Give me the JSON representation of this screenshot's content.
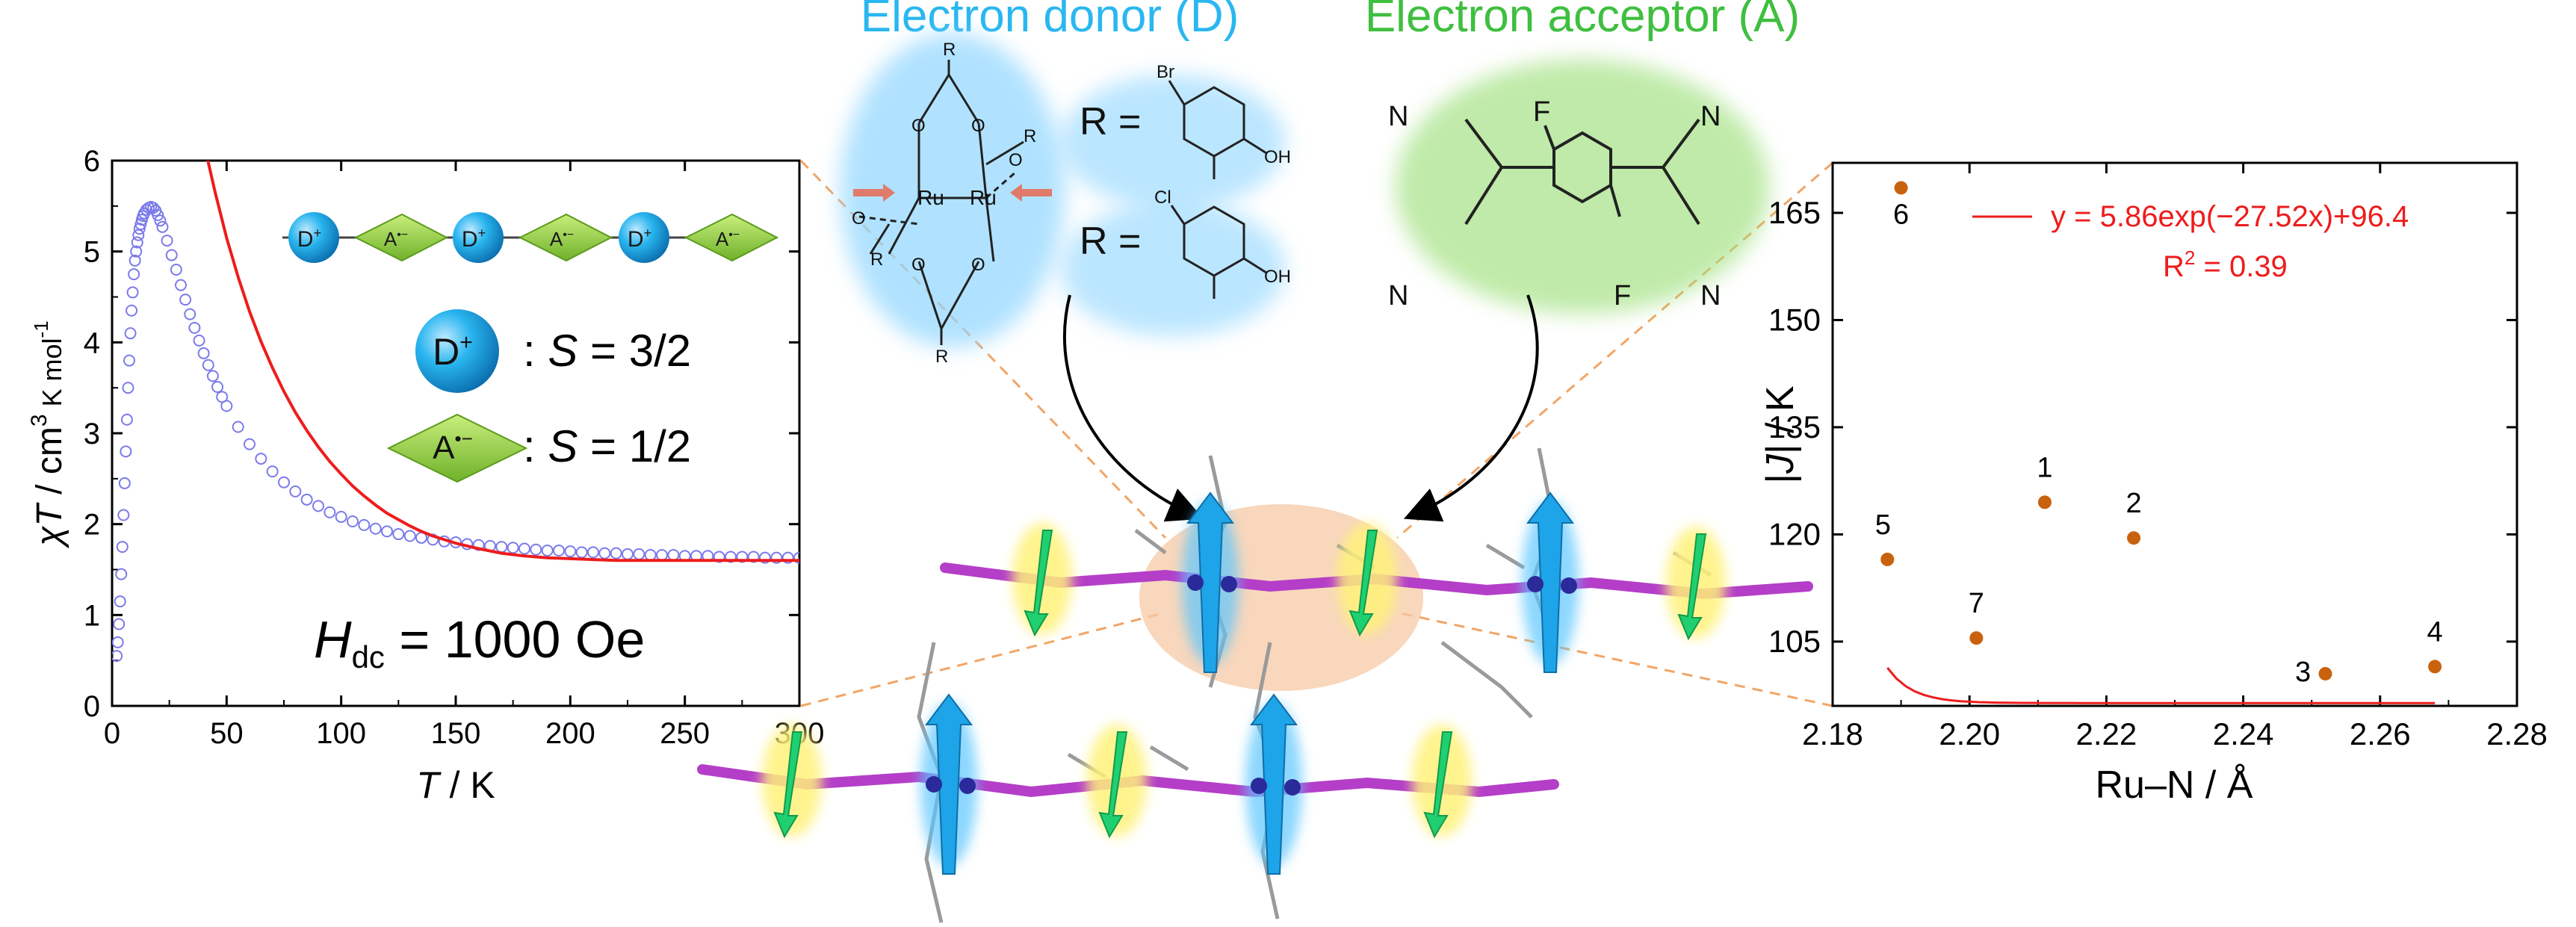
{
  "colors": {
    "donor_text": "#29b7f0",
    "acceptor_text": "#3fbf3f",
    "fit_line": "#ee1c1c",
    "chi_points": "#7b7bea",
    "ru_points": "#c8620f",
    "donor_sphere": "#1ba6e3",
    "acceptor_diamond": "#8fce3b",
    "dashed_guides": "#f2a566",
    "magenta_chain": "#b43ec8",
    "spin_arrow_acceptor": "#20d070",
    "spin_arrow_donor": "#1ea4e8"
  },
  "middle": {
    "donor_title": "Electron donor (D)",
    "acceptor_title": "Electron acceptor (A)",
    "r_label_1": "R =",
    "r_label_2": "R =",
    "sub_br": "Br",
    "sub_cl": "Cl",
    "sub_oh1": "OH",
    "sub_oh2": "OH",
    "atom_ru1": "Ru",
    "atom_ru2": "Ru",
    "atom_o": "O",
    "atom_r": "R",
    "atom_n": "N",
    "atom_f": "F"
  },
  "legend": {
    "donor_symbol": "D",
    "donor_charge": "+",
    "acceptor_symbol": "A",
    "acceptor_charge": "•−",
    "donor_spin_prefix": ": ",
    "donor_spin_var": "S",
    "donor_spin_value": " = 3/2",
    "acceptor_spin_prefix": ": ",
    "acceptor_spin_var": "S",
    "acceptor_spin_value": " = 1/2",
    "field_var": "H",
    "field_sub": "dc",
    "field_value": " = 1000 Oe"
  },
  "chart_data": [
    {
      "type": "scatter",
      "xlabel_var": "T",
      "xlabel_unit": " / K",
      "ylabel_var": "χT",
      "ylabel_unit": " / cm",
      "ylabel_sup": "3",
      "ylabel_tail": " K mol",
      "ylabel_tail_sup": "-1",
      "xlim": [
        0,
        300
      ],
      "ylim": [
        0,
        6
      ],
      "xticks": [
        "0",
        "50",
        "100",
        "150",
        "200",
        "250",
        "300"
      ],
      "yticks": [
        "0",
        "1",
        "2",
        "3",
        "4",
        "5",
        "6"
      ],
      "series": [
        {
          "style": "open-circles",
          "x": [
            2,
            2.5,
            3,
            3.5,
            4,
            4.5,
            5,
            5.5,
            6,
            6.5,
            7,
            7.5,
            8,
            8.5,
            9,
            9.5,
            10,
            10.5,
            11,
            11.5,
            12,
            12.5,
            13,
            13.5,
            14,
            15,
            16,
            17,
            18,
            19,
            20,
            21,
            22,
            24,
            26,
            28,
            30,
            32,
            34,
            36,
            38,
            40,
            42,
            44,
            46,
            48,
            50,
            55,
            60,
            65,
            70,
            75,
            80,
            85,
            90,
            95,
            100,
            105,
            110,
            115,
            120,
            125,
            130,
            135,
            140,
            145,
            150,
            155,
            160,
            165,
            170,
            175,
            180,
            185,
            190,
            195,
            200,
            205,
            210,
            215,
            220,
            225,
            230,
            235,
            240,
            245,
            250,
            255,
            260,
            265,
            270,
            275,
            280,
            285,
            290,
            295,
            300
          ],
          "y": [
            0.55,
            0.7,
            0.9,
            1.15,
            1.45,
            1.75,
            2.1,
            2.45,
            2.8,
            3.15,
            3.5,
            3.8,
            4.1,
            4.35,
            4.55,
            4.75,
            4.9,
            5.0,
            5.1,
            5.18,
            5.25,
            5.3,
            5.35,
            5.39,
            5.42,
            5.46,
            5.48,
            5.49,
            5.48,
            5.45,
            5.4,
            5.34,
            5.27,
            5.12,
            4.96,
            4.8,
            4.63,
            4.47,
            4.31,
            4.16,
            4.02,
            3.88,
            3.75,
            3.63,
            3.51,
            3.4,
            3.3,
            3.07,
            2.88,
            2.72,
            2.58,
            2.46,
            2.36,
            2.27,
            2.2,
            2.13,
            2.08,
            2.03,
            1.99,
            1.95,
            1.92,
            1.89,
            1.87,
            1.85,
            1.83,
            1.81,
            1.8,
            1.78,
            1.77,
            1.76,
            1.75,
            1.74,
            1.73,
            1.72,
            1.71,
            1.71,
            1.7,
            1.69,
            1.69,
            1.68,
            1.68,
            1.67,
            1.67,
            1.66,
            1.66,
            1.66,
            1.65,
            1.65,
            1.65,
            1.64,
            1.64,
            1.64,
            1.64,
            1.63,
            1.63,
            1.63,
            1.63
          ]
        },
        {
          "style": "line",
          "x": [
            40,
            45,
            50,
            55,
            60,
            65,
            70,
            75,
            80,
            85,
            90,
            95,
            100,
            105,
            110,
            115,
            120,
            125,
            130,
            135,
            140,
            145,
            150,
            160,
            170,
            180,
            190,
            200,
            210,
            220,
            230,
            240,
            250,
            260,
            270,
            280,
            290,
            300
          ],
          "y": [
            6.2,
            5.65,
            5.15,
            4.72,
            4.34,
            4.01,
            3.72,
            3.46,
            3.23,
            3.03,
            2.85,
            2.69,
            2.55,
            2.42,
            2.31,
            2.21,
            2.12,
            2.05,
            1.98,
            1.92,
            1.87,
            1.83,
            1.79,
            1.73,
            1.68,
            1.65,
            1.63,
            1.62,
            1.61,
            1.6,
            1.6,
            1.6,
            1.6,
            1.6,
            1.6,
            1.6,
            1.6,
            1.6
          ]
        }
      ]
    },
    {
      "type": "scatter",
      "xlabel": "Ru–N / Å",
      "ylabel_pre": "|",
      "ylabel_var": "J",
      "ylabel_post": "| / K",
      "xlim": [
        2.18,
        2.28
      ],
      "ylim": [
        96,
        172
      ],
      "xticks": [
        "2.18",
        "2.20",
        "2.22",
        "2.24",
        "2.26",
        "2.28"
      ],
      "xtick_values": [
        2.18,
        2.2,
        2.22,
        2.24,
        2.26,
        2.28
      ],
      "yticks": [
        "105",
        "120",
        "135",
        "150",
        "165"
      ],
      "ytick_values": [
        105,
        120,
        135,
        150,
        165
      ],
      "points": [
        {
          "label": "1",
          "x": 2.211,
          "y": 124.5
        },
        {
          "label": "2",
          "x": 2.224,
          "y": 119.5
        },
        {
          "label": "3",
          "x": 2.252,
          "y": 100.5
        },
        {
          "label": "4",
          "x": 2.268,
          "y": 101.5
        },
        {
          "label": "5",
          "x": 2.188,
          "y": 116.5
        },
        {
          "label": "6",
          "x": 2.19,
          "y": 168.5
        },
        {
          "label": "7",
          "x": 2.201,
          "y": 105.5
        }
      ],
      "fit": {
        "a": 5.86,
        "b": 27.52,
        "c": 96.4,
        "x_start": 2.188,
        "x_end": 2.268
      },
      "legend_eq": "y = 5.86exp(−27.52x)+96.4",
      "legend_r2_base": "R",
      "legend_r2_sup": "2",
      "legend_r2_value": " = 0.39"
    }
  ]
}
